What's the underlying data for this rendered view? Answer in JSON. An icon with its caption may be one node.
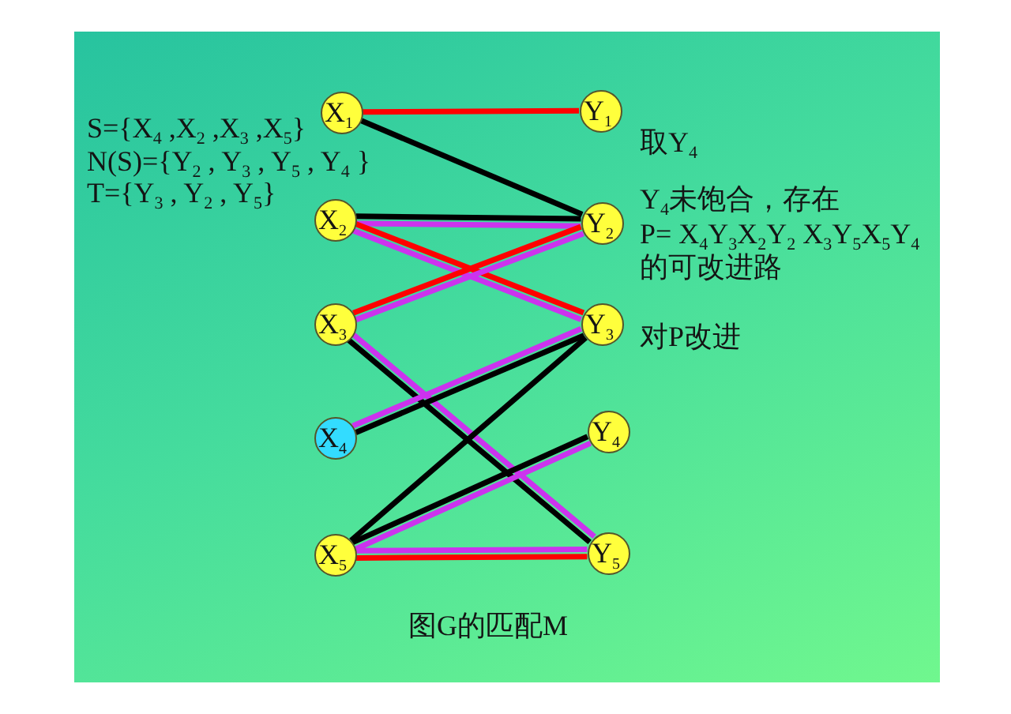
{
  "diagram": {
    "caption": "图G的匹配M",
    "nodes": [
      {
        "text": [
          "X$_{1}$"
        ]
      },
      {
        "text": [
          "Y$_{1}$"
        ]
      },
      {
        "text": [
          "X$_{2}$"
        ]
      },
      {
        "text": [
          "Y$_{2}$"
        ]
      },
      {
        "text": [
          "X$_{3}$"
        ]
      },
      {
        "text": [
          "Y$_{3}$"
        ]
      },
      {
        "text": [
          "X$_{4}$"
        ]
      },
      {
        "text": [
          "Y$_{4}$"
        ]
      },
      {
        "text": [
          "X$_{5}$"
        ]
      },
      {
        "text": [
          "Y$_{5}$"
        ]
      }
    ],
    "edges": [
      {
        "from": 0,
        "to": 1,
        "arrow": "none",
        "color": "#ff0000"
      },
      {
        "from": 0,
        "to": 3,
        "arrow": "none",
        "color": "#000000"
      },
      {
        "from": 2,
        "to": 3,
        "arrow": "none",
        "color": "#000000"
      },
      {
        "from": 2,
        "to": 3,
        "arrow": "none",
        "color": "#cc33ee"
      },
      {
        "from": 2,
        "to": 5,
        "arrow": "none",
        "color": "#ff0000"
      },
      {
        "from": 2,
        "to": 5,
        "arrow": "none",
        "color": "#cc33ee"
      },
      {
        "from": 4,
        "to": 3,
        "arrow": "none",
        "color": "#ff0000"
      },
      {
        "from": 4,
        "to": 3,
        "arrow": "none",
        "color": "#cc33ee"
      },
      {
        "from": 4,
        "to": 9,
        "arrow": "none",
        "color": "#000000"
      },
      {
        "from": 4,
        "to": 9,
        "arrow": "none",
        "color": "#cc33ee"
      },
      {
        "from": 6,
        "to": 5,
        "arrow": "none",
        "color": "#000000"
      },
      {
        "from": 6,
        "to": 5,
        "arrow": "none",
        "color": "#cc33ee"
      },
      {
        "from": 8,
        "to": 5,
        "arrow": "none",
        "color": "#000000"
      },
      {
        "from": 8,
        "to": 7,
        "arrow": "none",
        "color": "#000000"
      },
      {
        "from": 8,
        "to": 7,
        "arrow": "none",
        "color": "#cc33ee"
      },
      {
        "from": 8,
        "to": 9,
        "arrow": "none",
        "color": "#ff0000"
      },
      {
        "from": 8,
        "to": 9,
        "arrow": "none",
        "color": "#cc33ee"
      }
    ],
    "labels": [
      "S={X$_{4}$ ,X$_{2}$ ,X$_{3}$ ,X$_{5}$}",
      "N(S)={Y$_{2}$ , Y$_{3}$ , Y$_{5}$ , Y$_{4}$ }",
      "T={Y$_{3}$ , Y$_{2}$ , Y$_{5}$}",
      "取Y$_{4}$",
      "Y$_{4}$未饱合，存在",
      "P= X$_{4}$Y$_{3}$X$_{2}$Y$_{2}$ X$_{3}$Y$_{5}$X$_{5}$Y$_{4}$",
      "的可改进路",
      "对P改进"
    ]
  }
}
